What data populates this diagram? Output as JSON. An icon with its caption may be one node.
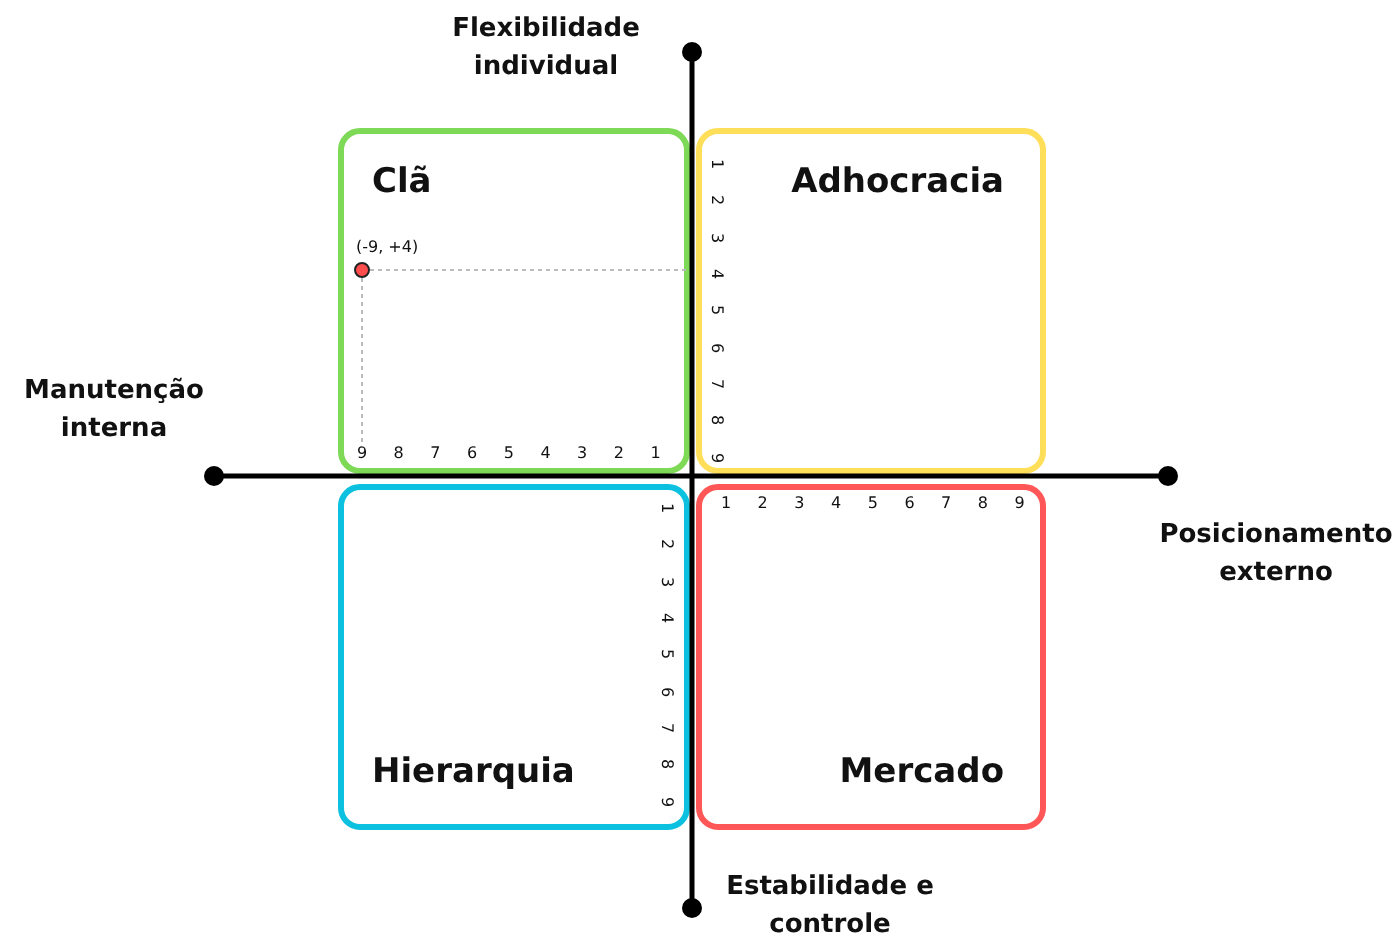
{
  "diagram": {
    "nodes": [
      {
        "text": [
          "Clã"
        ]
      },
      {
        "text": [
          "Adhocracia"
        ]
      },
      {
        "text": [
          "Hierarquia"
        ]
      },
      {
        "text": [
          "Mercado"
        ]
      }
    ],
    "labels": [
      "Flexibilidade individual",
      "Manutenção interna",
      "Posicionamento externo",
      "Estabilidade e controle",
      "(-9, +4)",
      "9",
      "8",
      "7",
      "6",
      "5",
      "4",
      "3",
      "2",
      "1",
      "1",
      "2",
      "3",
      "4",
      "5",
      "6",
      "7",
      "8",
      "9",
      "1",
      "2",
      "3",
      "4",
      "5",
      "6",
      "7",
      "8",
      "9",
      "1",
      "2",
      "3",
      "4",
      "5",
      "6",
      "7",
      "8",
      "9"
    ]
  }
}
